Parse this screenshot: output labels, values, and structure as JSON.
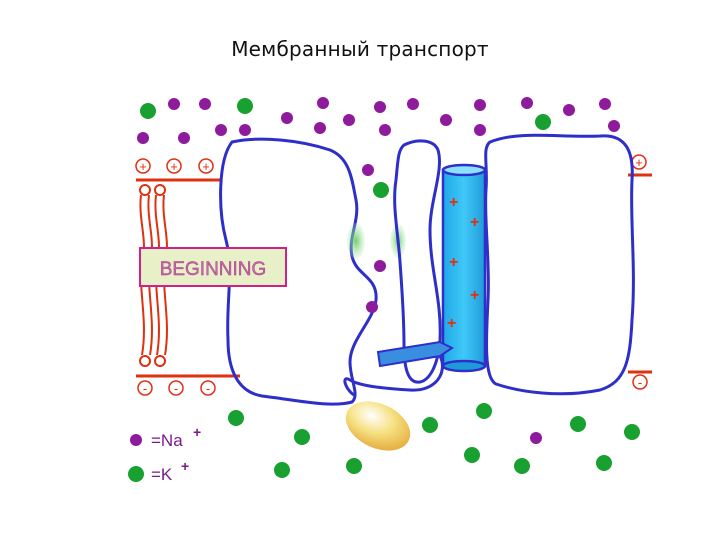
{
  "title": "Мембранный транспорт",
  "state_label": "BEGINNING",
  "legend": {
    "sodium_label": "=Na",
    "sodium_sup": "+",
    "potassium_label": "=K",
    "potassium_sup": "+"
  },
  "membrane": {
    "outer_charge_symbol": "+",
    "inner_charge_symbol": "-"
  },
  "channel": {
    "charge_symbol": "+"
  },
  "colors": {
    "sodium_ion": "#8e1a9c",
    "potassium_ion": "#18a030",
    "membrane_line": "#e03010",
    "protein_outline": "#2e2ec8",
    "channel_fill": "#29b6f0",
    "label_border": "#d0208c",
    "label_fill": "#e8f0c8",
    "label_text": "#cc66aa"
  }
}
